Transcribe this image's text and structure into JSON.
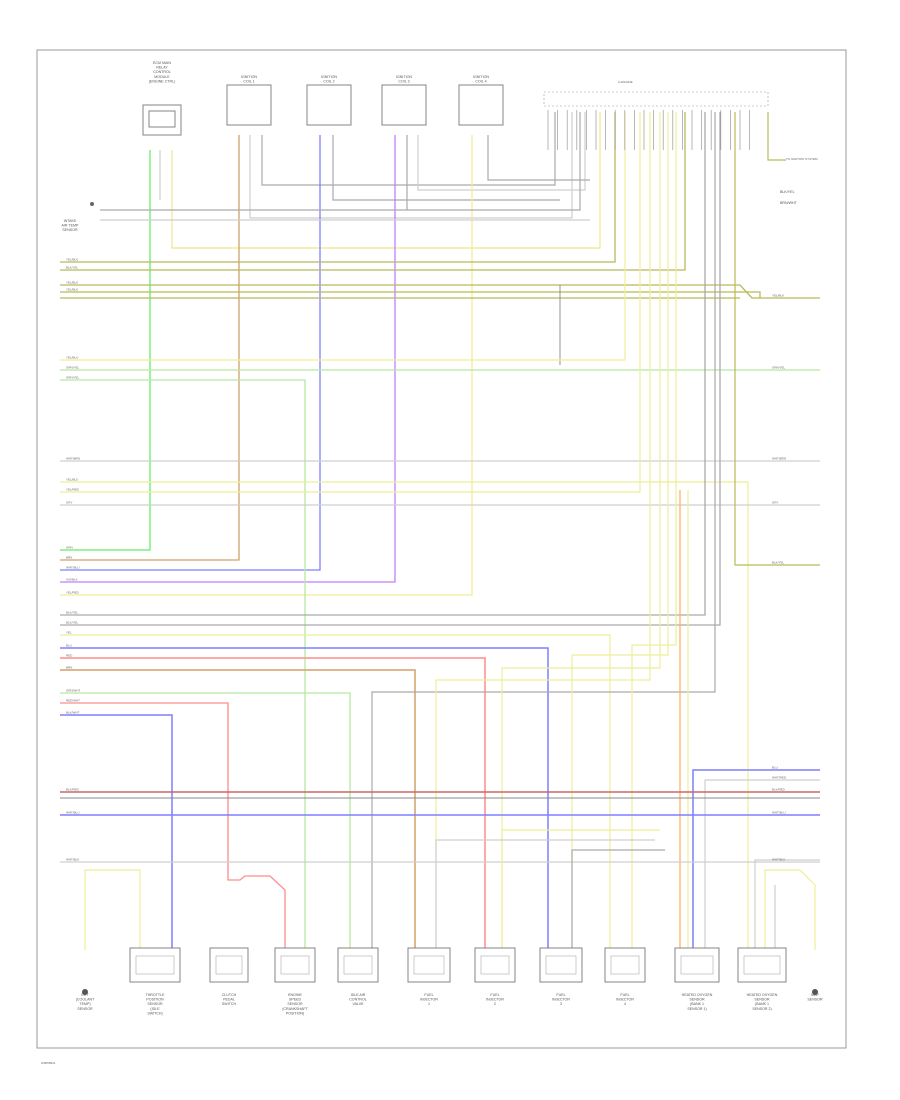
{
  "diagram": {
    "footer_code": "W0058941",
    "top_components": [
      {
        "id": "ecu",
        "lines": [
          "ECM MAIN",
          "RELAY",
          "CONTROL",
          "MODULE",
          "(ENGINE CTRL)"
        ]
      },
      {
        "id": "ign1",
        "lines": [
          "IGNITION",
          "COIL 1"
        ]
      },
      {
        "id": "ign2",
        "lines": [
          "IGNITION",
          "COIL 2"
        ]
      },
      {
        "id": "ign3",
        "lines": [
          "IGNITION",
          "COIL 3"
        ]
      },
      {
        "id": "ign4",
        "lines": [
          "IGNITION",
          "COIL 4"
        ]
      }
    ],
    "connector_label": "C-ENGINE",
    "left_component": [
      "INTAKE",
      "AIR TEMP",
      "SENSOR"
    ],
    "right_top_labels": [
      "TO IGNITION SYSTEM",
      "BLK/YEL",
      "BRN/WHT"
    ],
    "left_wire_labels": [
      "YEL/BLK",
      "BLK/YEL",
      "YEL/BLK",
      "YEL/BLK",
      "YEL/BLU",
      "GRN/YEL",
      "GRN/YEL",
      "WHT/BRN",
      "YEL/BLU",
      "YEL/RED",
      "GRY",
      "GRN",
      "BRN",
      "WHT/BLU",
      "VIO/BLK",
      "YEL/RED",
      "BLK/YEL",
      "BLK/YEL",
      "YEL",
      "BLU",
      "RED",
      "BRN",
      "GRN/WHT",
      "RED/WHT",
      "BLK/WHT",
      "BLK/RED",
      "WHT/BLU",
      "WHT/BLK"
    ],
    "right_wire_labels": [
      "YEL/BLK",
      "GRN/YEL",
      "WHT/BRN",
      "GRY",
      "BLK/YEL",
      "BLU",
      "WHT/RED",
      "BLK/RED",
      "WHT/BLU",
      "WHT/BLK"
    ],
    "bottom_components": [
      {
        "id": "ect",
        "lines": [
          "ECT",
          "(COOLANT",
          "TEMP)",
          "SENSOR"
        ]
      },
      {
        "id": "throttle",
        "lines": [
          "THROTTLE",
          "POSITION",
          "SENSOR",
          "(IDLE",
          "SWITCH)"
        ]
      },
      {
        "id": "clutch",
        "lines": [
          "CLUTCH",
          "PEDAL",
          "SWITCH"
        ]
      },
      {
        "id": "knock",
        "lines": [
          "ENGINE",
          "SPEED",
          "SENSOR",
          "(CRANKSHAFT",
          "POSITION)"
        ]
      },
      {
        "id": "idle",
        "lines": [
          "IDLE AIR",
          "CONTROL",
          "VALVE"
        ]
      },
      {
        "id": "inj1",
        "lines": [
          "FUEL",
          "INJECTOR",
          "1"
        ]
      },
      {
        "id": "inj2",
        "lines": [
          "FUEL",
          "INJECTOR",
          "2"
        ]
      },
      {
        "id": "inj3",
        "lines": [
          "FUEL",
          "INJECTOR",
          "3"
        ]
      },
      {
        "id": "inj4",
        "lines": [
          "FUEL",
          "INJECTOR",
          "4"
        ]
      },
      {
        "id": "hto2a",
        "lines": [
          "HEATED OXYGEN",
          "SENSOR",
          "(BANK 1",
          "SENSOR 1)"
        ]
      },
      {
        "id": "hto2b",
        "lines": [
          "HEATED OXYGEN",
          "SENSOR",
          "(BANK 1",
          "SENSOR 2)"
        ]
      },
      {
        "id": "map",
        "lines": [
          "MAP",
          "SENSOR"
        ]
      }
    ]
  }
}
